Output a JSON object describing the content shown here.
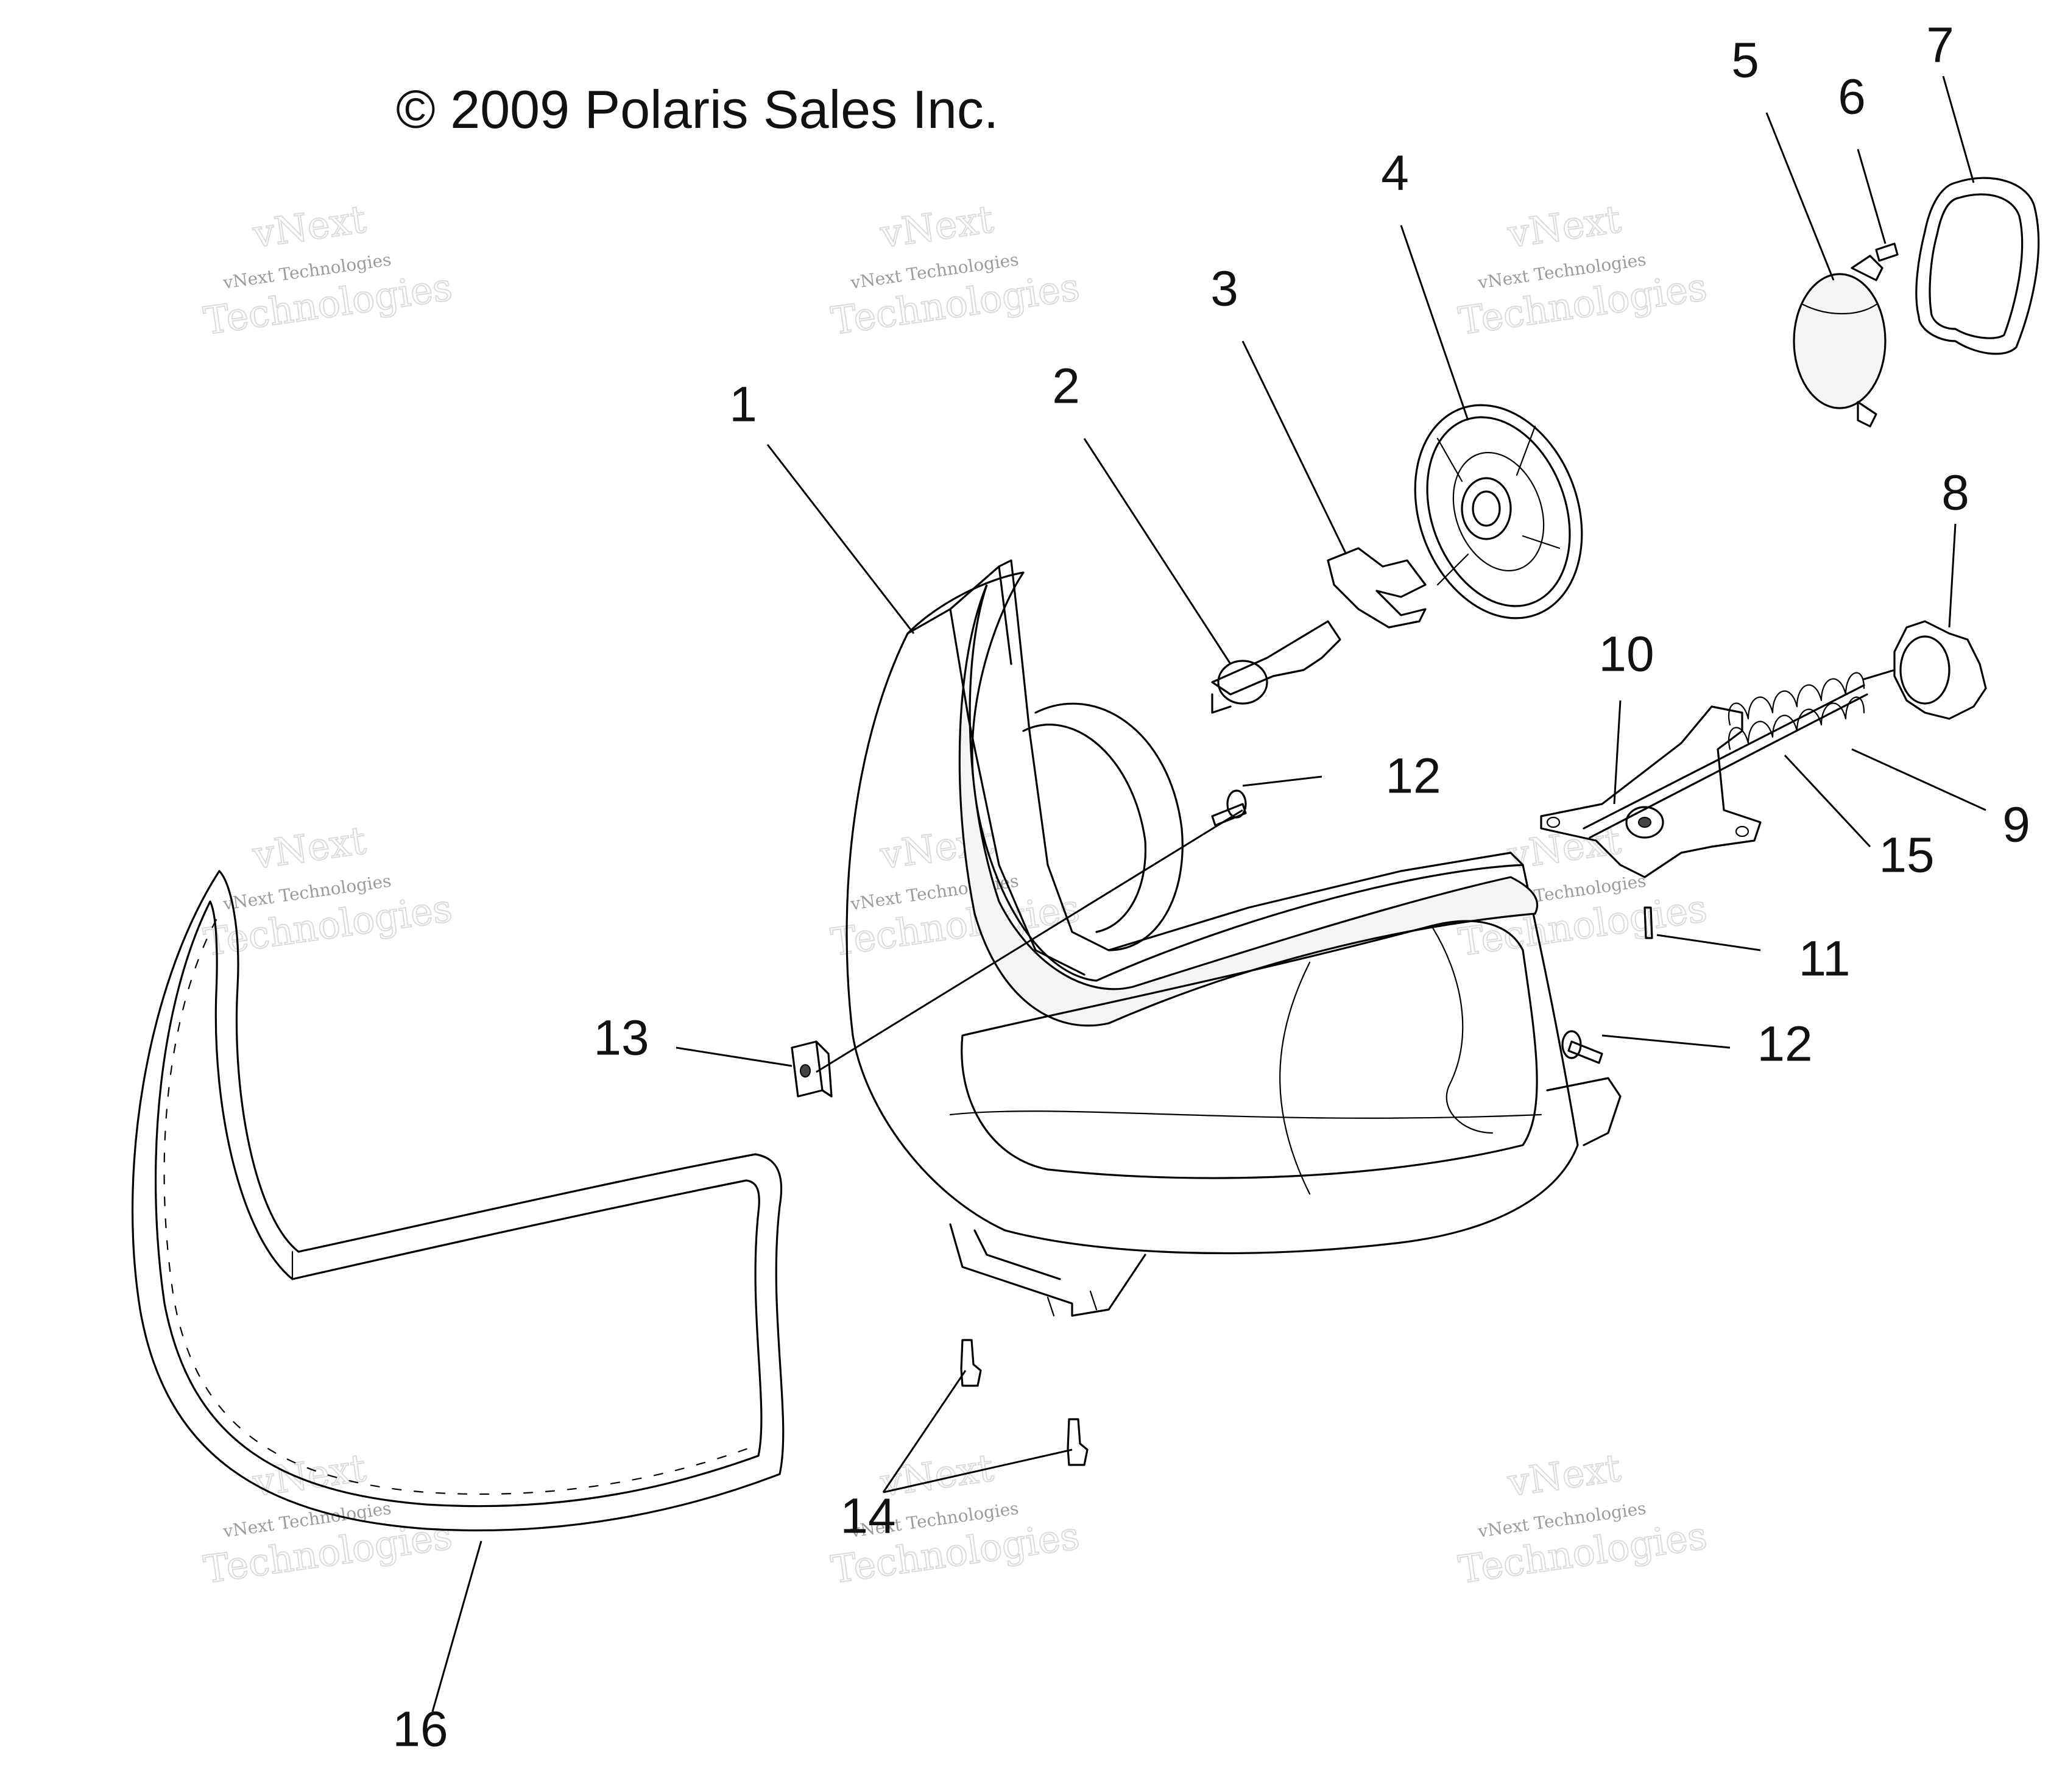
{
  "copyright": "© 2009 Polaris Sales Inc.",
  "watermark": {
    "top": "vNext",
    "brand": "vNext Technologies",
    "big": "Technologies"
  },
  "callouts": {
    "c1": "1",
    "c2": "2",
    "c3": "3",
    "c4": "4",
    "c5": "5",
    "c6": "6",
    "c7": "7",
    "c8": "8",
    "c9": "9",
    "c10": "10",
    "c11": "11",
    "c12a": "12",
    "c12b": "12",
    "c13": "13",
    "c14": "14",
    "c15": "15",
    "c16": "16"
  }
}
